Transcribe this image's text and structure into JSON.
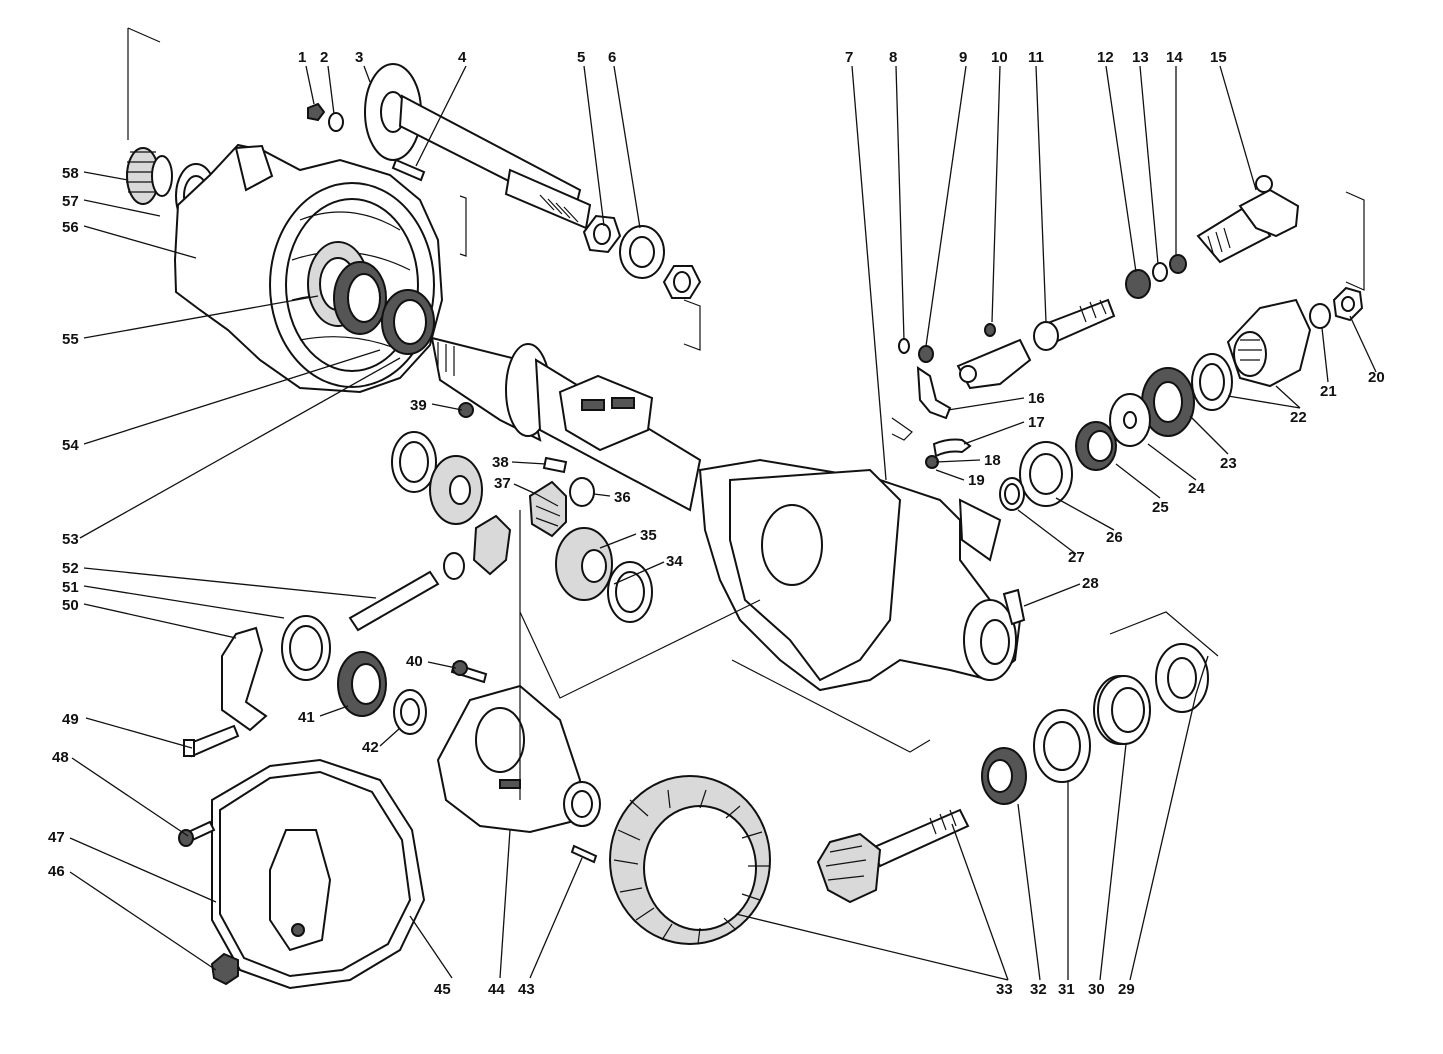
{
  "parts": [
    {
      "id": "1",
      "text": "1"
    },
    {
      "id": "2",
      "text": "2"
    },
    {
      "id": "3",
      "text": "3"
    },
    {
      "id": "4",
      "text": "4"
    },
    {
      "id": "5",
      "text": "5"
    },
    {
      "id": "6",
      "text": "6"
    },
    {
      "id": "7",
      "text": "7"
    },
    {
      "id": "8",
      "text": "8"
    },
    {
      "id": "9",
      "text": "9"
    },
    {
      "id": "10",
      "text": "10"
    },
    {
      "id": "11",
      "text": "11"
    },
    {
      "id": "12",
      "text": "12"
    },
    {
      "id": "13",
      "text": "13"
    },
    {
      "id": "14",
      "text": "14"
    },
    {
      "id": "15",
      "text": "15"
    },
    {
      "id": "16",
      "text": "16"
    },
    {
      "id": "17",
      "text": "17"
    },
    {
      "id": "18",
      "text": "18"
    },
    {
      "id": "19",
      "text": "19"
    },
    {
      "id": "20",
      "text": "20"
    },
    {
      "id": "21",
      "text": "21"
    },
    {
      "id": "22",
      "text": "22"
    },
    {
      "id": "23",
      "text": "23"
    },
    {
      "id": "24",
      "text": "24"
    },
    {
      "id": "25",
      "text": "25"
    },
    {
      "id": "26",
      "text": "26"
    },
    {
      "id": "27",
      "text": "27"
    },
    {
      "id": "28",
      "text": "28"
    },
    {
      "id": "29",
      "text": "29"
    },
    {
      "id": "30",
      "text": "30"
    },
    {
      "id": "31",
      "text": "31"
    },
    {
      "id": "32",
      "text": "32"
    },
    {
      "id": "33",
      "text": "33"
    },
    {
      "id": "34",
      "text": "34"
    },
    {
      "id": "35",
      "text": "35"
    },
    {
      "id": "36",
      "text": "36"
    },
    {
      "id": "37",
      "text": "37"
    },
    {
      "id": "38",
      "text": "38"
    },
    {
      "id": "39",
      "text": "39"
    },
    {
      "id": "40",
      "text": "40"
    },
    {
      "id": "41",
      "text": "41"
    },
    {
      "id": "42",
      "text": "42"
    },
    {
      "id": "43",
      "text": "43"
    },
    {
      "id": "44",
      "text": "44"
    },
    {
      "id": "45",
      "text": "45"
    },
    {
      "id": "46",
      "text": "46"
    },
    {
      "id": "47",
      "text": "47"
    },
    {
      "id": "48",
      "text": "48"
    },
    {
      "id": "49",
      "text": "49"
    },
    {
      "id": "50",
      "text": "50"
    },
    {
      "id": "51",
      "text": "51"
    },
    {
      "id": "52",
      "text": "52"
    },
    {
      "id": "53",
      "text": "53"
    },
    {
      "id": "54",
      "text": "54"
    },
    {
      "id": "55",
      "text": "55"
    },
    {
      "id": "56",
      "text": "56"
    },
    {
      "id": "57",
      "text": "57"
    },
    {
      "id": "58",
      "text": "58"
    }
  ]
}
